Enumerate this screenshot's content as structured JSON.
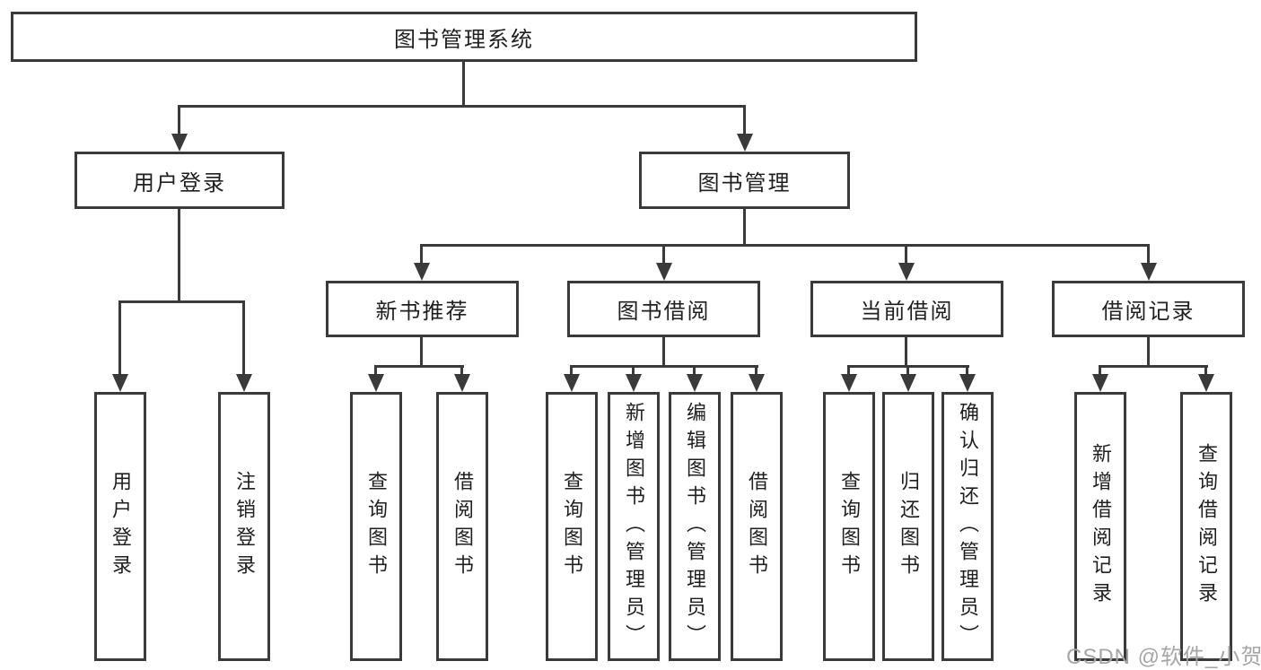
{
  "title": {
    "label": "图书管理系统"
  },
  "watermark": {
    "text": "CSDN @软件_小贺同学"
  },
  "colors": {
    "line": "#3a3a3a",
    "text": "#1f1f1f",
    "watermark": "#a6a6a6",
    "background": "#ffffff"
  },
  "nodes": {
    "user_login": {
      "label": "用户登录"
    },
    "book_management": {
      "label": "图书管理"
    },
    "new_book_recommend": {
      "label": "新书推荐"
    },
    "book_borrow": {
      "label": "图书借阅"
    },
    "current_borrow": {
      "label": "当前借阅"
    },
    "borrow_records": {
      "label": "借阅记录"
    }
  },
  "leaves": {
    "user_login": [
      "用户登录",
      "注销登录"
    ],
    "new_book_recommend": [
      "查询图书",
      "借阅图书"
    ],
    "book_borrow": [
      "查询图书",
      "新增图书（管理员）",
      "编辑图书（管理员）",
      "借阅图书"
    ],
    "current_borrow": [
      "查询图书",
      "归还图书",
      "确认归还（管理员）"
    ],
    "borrow_records": [
      "新增借阅记录",
      "查询借阅记录"
    ]
  }
}
